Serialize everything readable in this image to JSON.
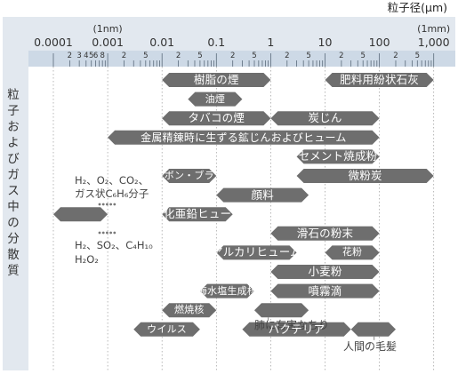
{
  "header": {
    "unit": "粒子径(μm)"
  },
  "left_label": "粒子およびガス中の分散質",
  "axis": {
    "major": [
      {
        "v": 0.0001,
        "label": "0.0001"
      },
      {
        "v": 0.001,
        "label": "0.001"
      },
      {
        "v": 0.01,
        "label": "0.01"
      },
      {
        "v": 0.1,
        "label": "0.1"
      },
      {
        "v": 1,
        "label": "1"
      },
      {
        "v": 10,
        "label": "10"
      },
      {
        "v": 100,
        "label": "100"
      },
      {
        "v": 1000,
        "label": "1,000"
      }
    ],
    "upper_notes": [
      {
        "v": 0.001,
        "label": "(1nm)"
      },
      {
        "v": 1000,
        "label": "(1mm)"
      }
    ],
    "minor_first_decade": [
      "2",
      "3",
      "4",
      "5",
      "6",
      "8"
    ],
    "minor_labels": [
      "2",
      "5"
    ]
  },
  "chart_data": {
    "type": "range",
    "unit": "μm",
    "scale": "log",
    "xlim": [
      0.0001,
      1000
    ],
    "bands": [
      {
        "label": "樹脂の煙",
        "from": 0.01,
        "to": 1,
        "row": 0
      },
      {
        "label": "肥料用紛状石灰",
        "from": 10,
        "to": 1000,
        "row": 0
      },
      {
        "label": "油煙",
        "from": 0.03,
        "to": 0.3,
        "row": 1
      },
      {
        "label": "タバコの煙",
        "from": 0.01,
        "to": 1,
        "row": 2
      },
      {
        "label": "炭じん",
        "from": 1,
        "to": 100,
        "row": 2
      },
      {
        "label": "金属精錬時に生ずる鉱じんおよびヒューム",
        "from": 0.001,
        "to": 100,
        "row": 3
      },
      {
        "label": "セメント焼成粉",
        "from": 3,
        "to": 100,
        "row": 4
      },
      {
        "label": "カーボン・ブラック",
        "from": 0.01,
        "to": 0.1,
        "row": 5
      },
      {
        "label": "微粉炭",
        "from": 3,
        "to": 1000,
        "row": 5
      },
      {
        "label": "顔料",
        "from": 0.1,
        "to": 5,
        "row": 6
      },
      {
        "label": "H₂、O₂、CO₂、",
        "from": 0.0001,
        "to": 0.001,
        "row": 7
      },
      {
        "label": "酸化亜鉛ヒューム",
        "from": 0.01,
        "to": 0.2,
        "row": 7
      },
      {
        "label": "滑石の粉末",
        "from": 1,
        "to": 100,
        "row": 8
      },
      {
        "label": "アルカリヒューム",
        "from": 0.1,
        "to": 3,
        "row": 9
      },
      {
        "label": "花粉",
        "from": 10,
        "to": 100,
        "row": 9
      },
      {
        "label": "小麦粉",
        "from": 1,
        "to": 100,
        "row": 10
      },
      {
        "label": "海水塩生成核",
        "from": 0.05,
        "to": 0.5,
        "row": 11
      },
      {
        "label": "噴霧滴",
        "from": 1,
        "to": 100,
        "row": 11
      },
      {
        "label": "燃焼核",
        "from": 0.01,
        "to": 0.1,
        "row": 12
      },
      {
        "label": "肺に有害なちり",
        "from": 0.5,
        "to": 5,
        "row": 12
      },
      {
        "label": "ウイルス",
        "from": 0.003,
        "to": 0.05,
        "row": 13
      },
      {
        "label": "バクテリア",
        "from": 0.3,
        "to": 30,
        "row": 13
      },
      {
        "label": "人間の毛髪",
        "from": 30,
        "to": 200,
        "row": 13
      }
    ],
    "gas_annotations": [
      "ガス状C₆H₆分子",
      "H₂、SO₂、C₄H₁₀",
      "H₂O₂"
    ]
  },
  "colors": {
    "band": "#6e6e6e",
    "axis_bg": "#cdd9e6",
    "panel": "#e2e8ef",
    "dash": "#9a9a9a"
  }
}
